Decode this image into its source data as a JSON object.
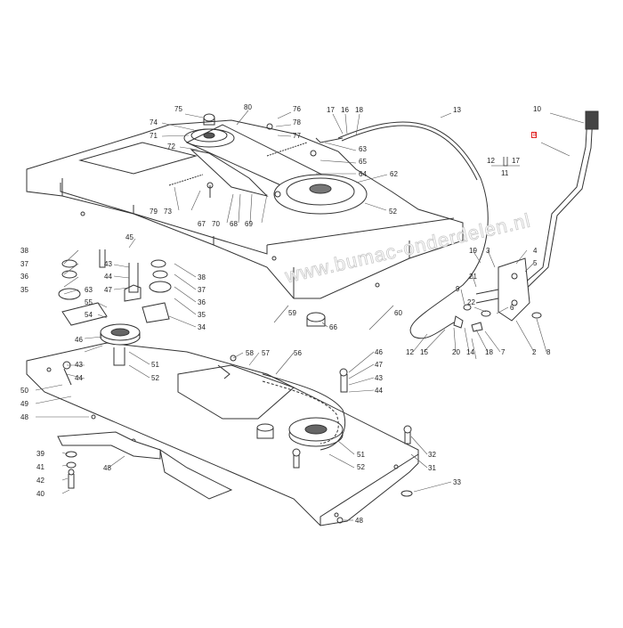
{
  "watermark": "www.bumac-onderdelen.nl",
  "accent_color": "#e02020",
  "callouts": {
    "n75": "75",
    "n74": "74",
    "n71": "71",
    "n72": "72",
    "n80": "80",
    "n76": "76",
    "n78": "78",
    "n77": "77",
    "n17": "17",
    "n16": "16",
    "n18": "18",
    "n13": "13",
    "n63": "63",
    "n65": "65",
    "n64": "64",
    "n62": "62",
    "n52a": "52",
    "n79": "79",
    "n73": "73",
    "n67": "67",
    "n70": "70",
    "n68": "68",
    "n69": "69",
    "n10": "10",
    "n8a": "8",
    "g12": "12",
    "g17": "17",
    "g11": "11",
    "n45": "45",
    "n38a": "38",
    "n37a": "37",
    "n36a": "36",
    "n35a": "35",
    "n43a": "43",
    "n44a": "44",
    "n47a": "47",
    "n63b": "63",
    "n55": "55",
    "n54": "54",
    "n38b": "38",
    "n37b": "37",
    "n36b": "36",
    "n35b": "35",
    "n34": "34",
    "n46a": "46",
    "n43b": "43",
    "n44b": "44",
    "n51a": "51",
    "n52b": "52",
    "n50": "50",
    "n49": "49",
    "n48a": "48",
    "n58": "58",
    "n57": "57",
    "n56": "56",
    "n59": "59",
    "n66": "66",
    "n60": "60",
    "n19": "19",
    "n21": "21",
    "n3": "3",
    "n4": "4",
    "n5": "5",
    "n9": "9",
    "n22": "22",
    "n6": "6",
    "n12": "12",
    "n15": "15",
    "n20": "20",
    "n14": "14",
    "n18b": "18",
    "n7": "7",
    "n2": "2",
    "n8b": "8",
    "n46b": "46",
    "n47b": "47",
    "n43c": "43",
    "n44c": "44",
    "n51b": "51",
    "n52c": "52",
    "n39": "39",
    "n41": "41",
    "n42": "42",
    "n40": "40",
    "n48b": "48",
    "n32": "32",
    "n31": "31",
    "n33": "33",
    "n48c": "48"
  }
}
